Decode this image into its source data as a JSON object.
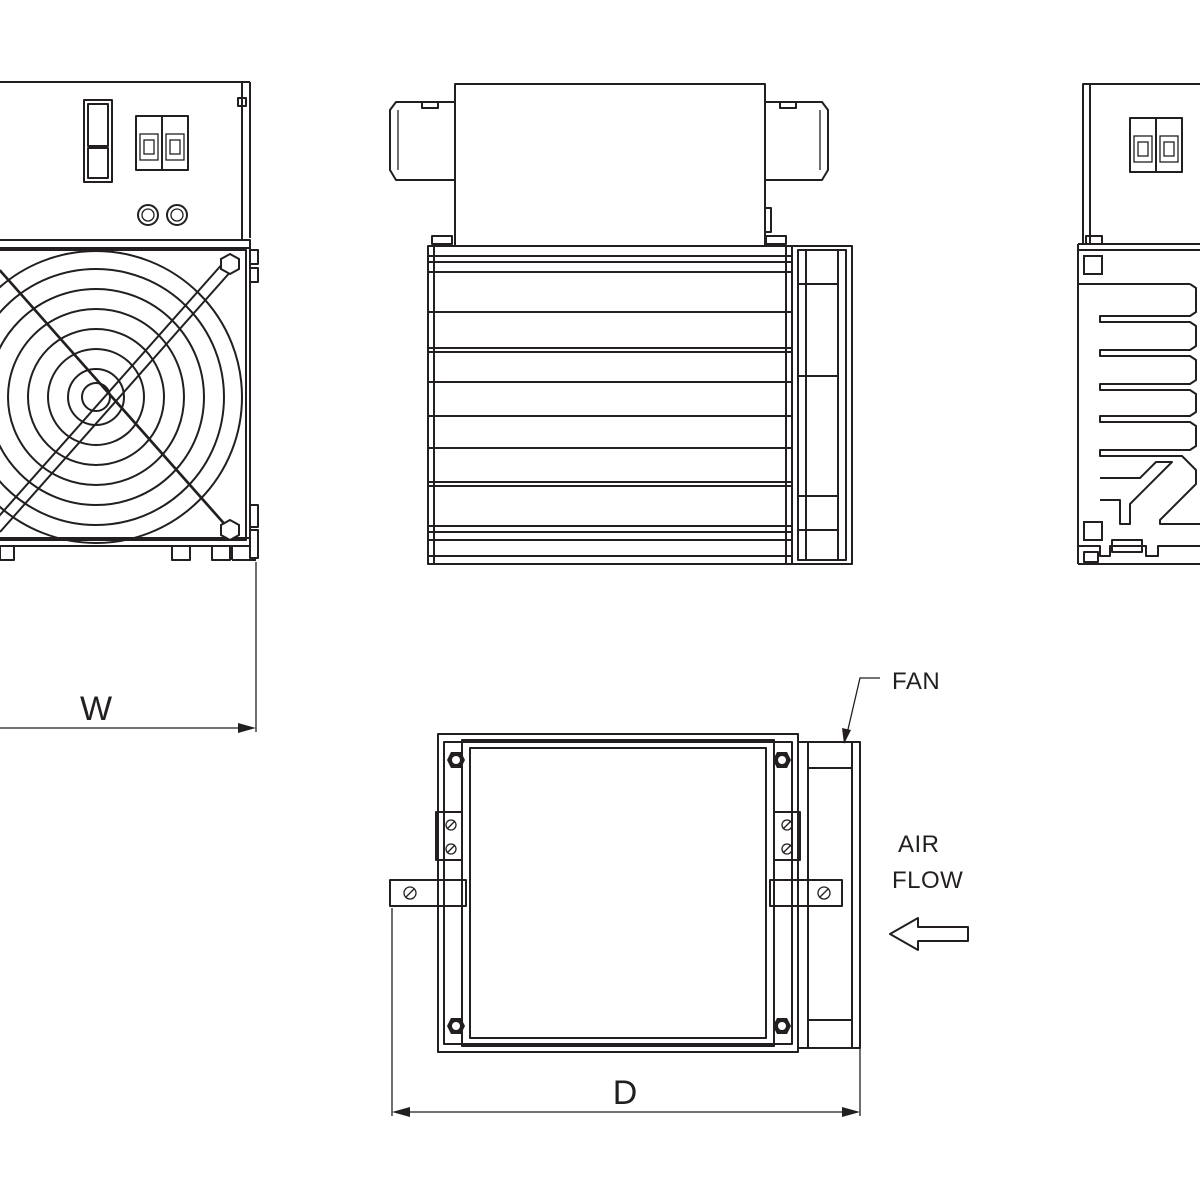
{
  "labels": {
    "width": "W",
    "depth": "D",
    "fan": "FAN",
    "air_flow_line1": "AIR",
    "air_flow_line2": "FLOW"
  }
}
